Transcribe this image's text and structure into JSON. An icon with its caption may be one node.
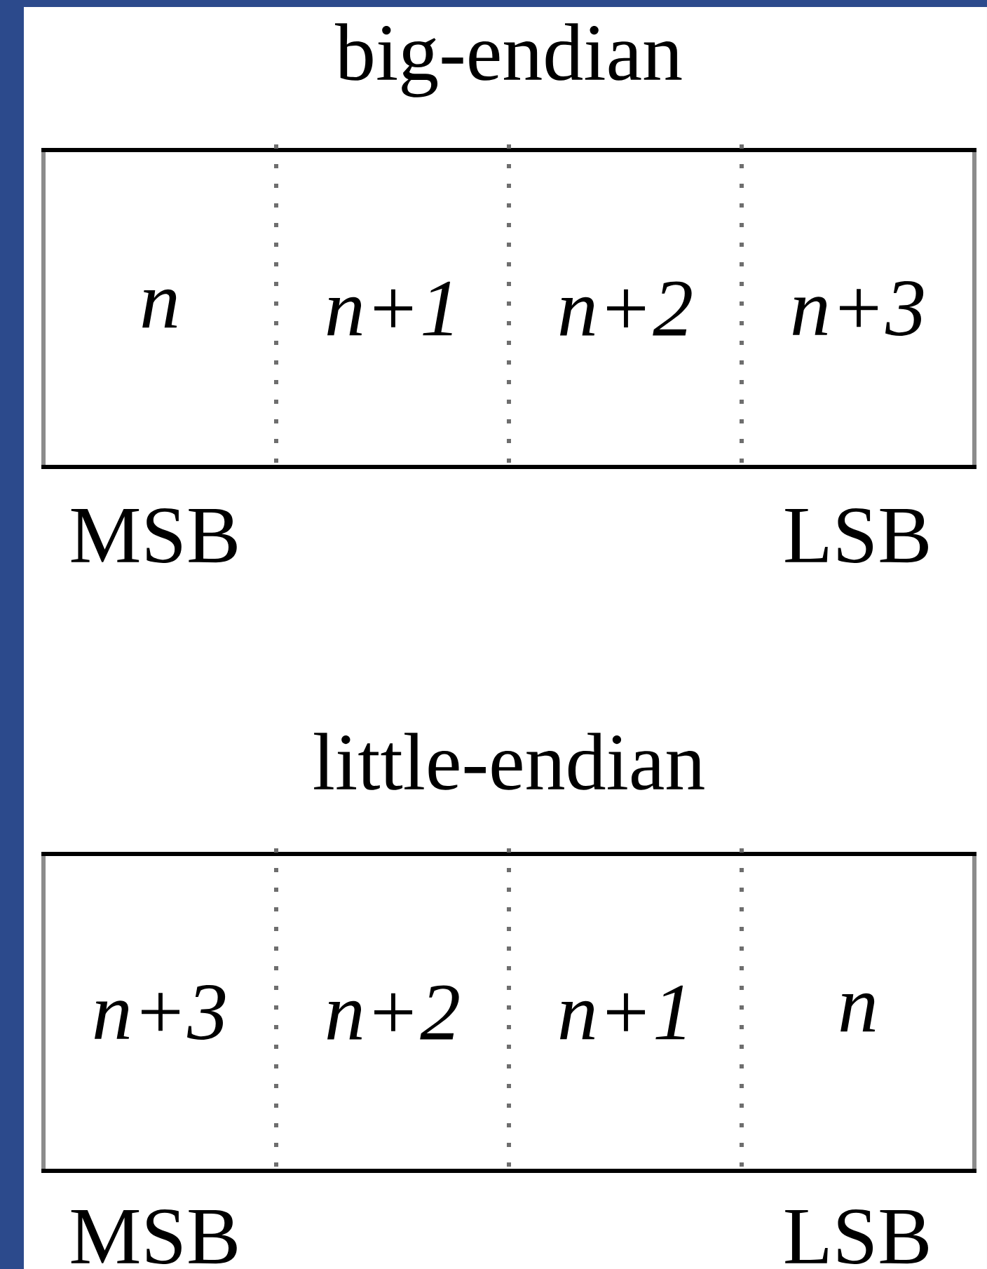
{
  "diagram": {
    "nodes": [
      {
        "text": [
          "big-endian"
        ]
      },
      {
        "text": [
          "n"
        ],
        "in": 0
      },
      {
        "text": [
          "n+1"
        ],
        "in": 0
      },
      {
        "text": [
          "n+2"
        ],
        "in": 0
      },
      {
        "text": [
          "n+3"
        ],
        "in": 0
      },
      {
        "text": [
          "little-endian"
        ]
      },
      {
        "text": [
          "n+3"
        ],
        "in": 5
      },
      {
        "text": [
          "n+2"
        ],
        "in": 5
      },
      {
        "text": [
          "n+1"
        ],
        "in": 5
      },
      {
        "text": [
          "n"
        ],
        "in": 5
      }
    ],
    "labels": [
      "MSB",
      "LSB",
      "MSB",
      "LSB"
    ]
  }
}
